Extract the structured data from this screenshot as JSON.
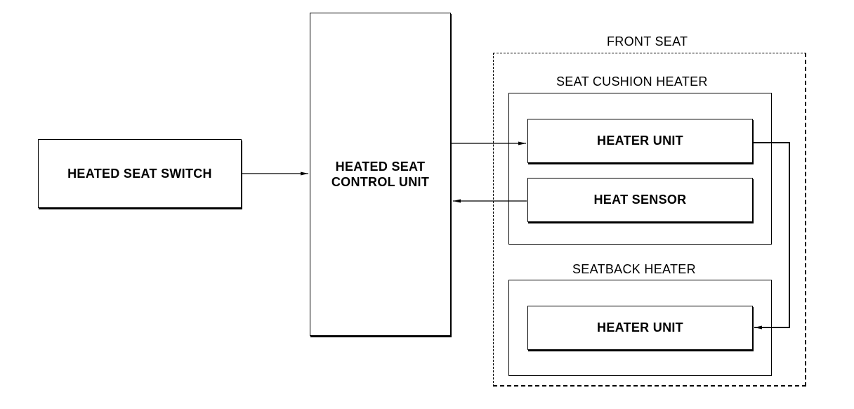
{
  "diagram": {
    "switch_label": "HEATED SEAT SWITCH",
    "control_unit_label_line1": "HEATED SEAT",
    "control_unit_label_line2": "CONTROL UNIT",
    "front_seat_label": "FRONT SEAT",
    "cushion_heater_label": "SEAT CUSHION HEATER",
    "cushion_heater_unit_label": "HEATER UNIT",
    "heat_sensor_label": "HEAT SENSOR",
    "seatback_heater_label": "SEATBACK HEATER",
    "seatback_heater_unit_label": "HEATER UNIT"
  }
}
